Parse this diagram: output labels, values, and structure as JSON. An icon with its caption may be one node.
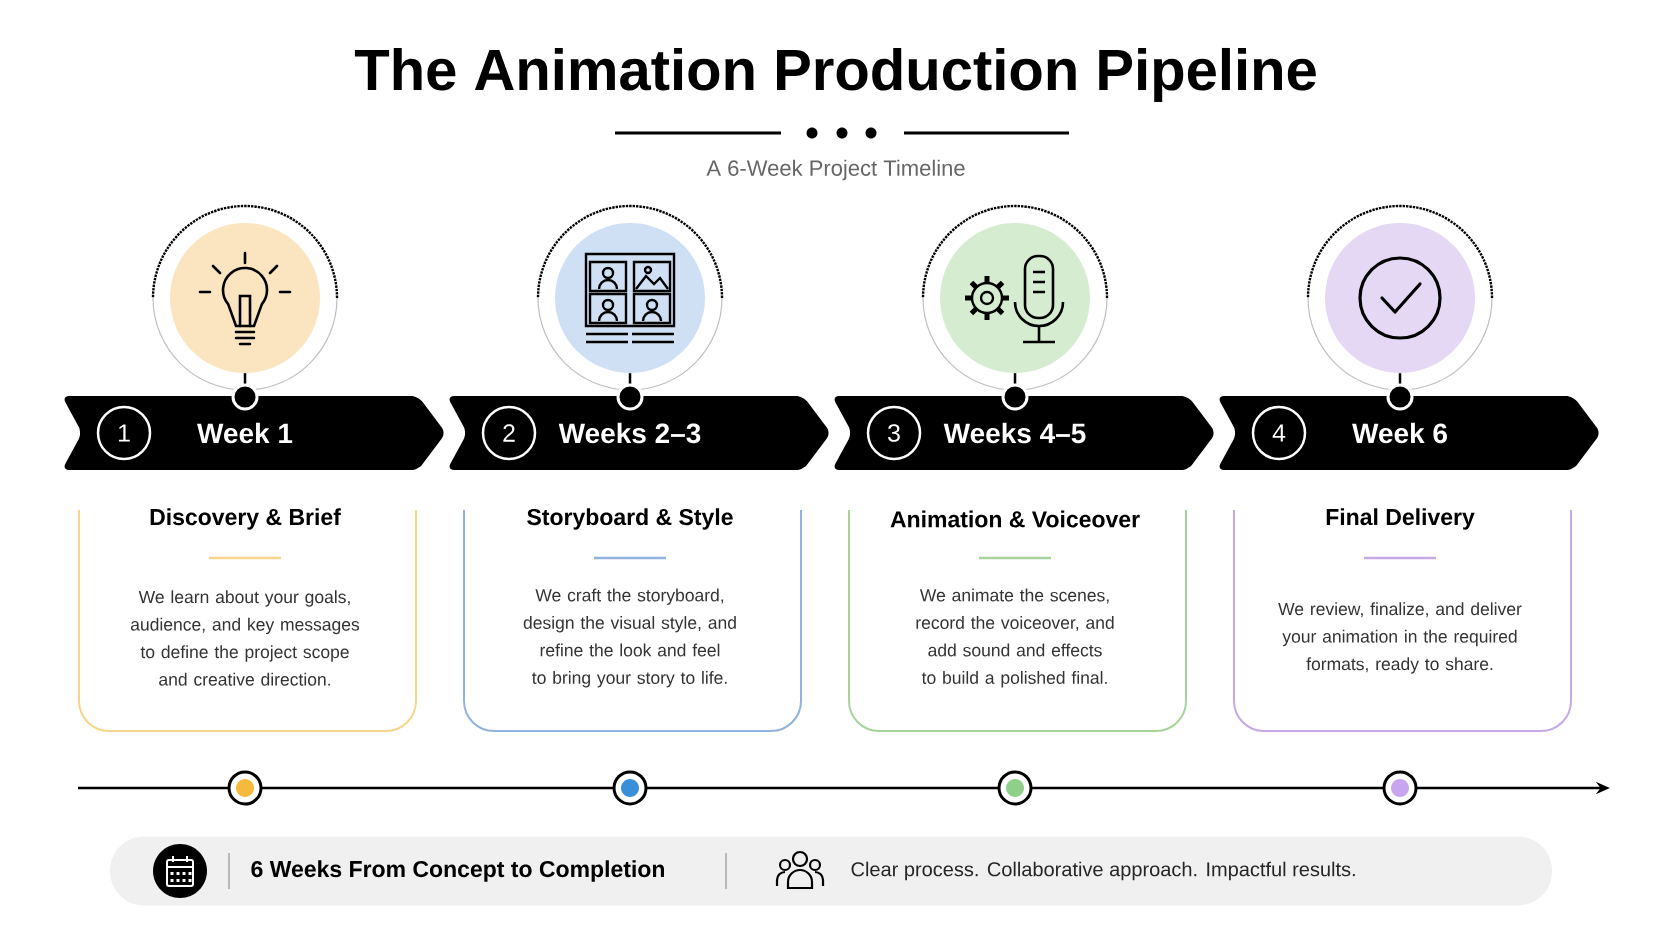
{
  "diagram": {
    "title": "The Animation Production Pipeline",
    "nodes": [
      {
        "text": [],
        "shape": "circle"
      },
      {
        "text": [],
        "shape": "circle"
      },
      {
        "text": [],
        "shape": "circle"
      },
      {
        "text": [],
        "shape": "circle"
      },
      {
        "text": [
          "1",
          "Week 1"
        ]
      },
      {
        "text": [
          "2",
          "Weeks 2–3"
        ]
      },
      {
        "text": [
          "3",
          "Weeks 4–5"
        ]
      },
      {
        "text": [
          "4",
          "Week 6"
        ]
      },
      {
        "text": [
          "Discovery & Brief",
          "We learn about your goals, audience, and key messages to define the project scope and creative direction."
        ]
      },
      {
        "text": [
          "Storyboard & Style",
          "We craft the storyboard, design the visual style, and refine the look and feel to bring your story to life."
        ]
      },
      {
        "text": [
          "Animation & Voiceover",
          "We animate the scenes, record the voiceover, and add sound and effects to build a polished final."
        ]
      },
      {
        "text": [
          "Final Delivery",
          "We review, finalize, and deliver your animation in the required formats, ready to share."
        ]
      },
      {
        "text": [
          "6 Weeks From Concept to Completion",
          "Clear process. Collaborative approach. Impactful results."
        ]
      }
    ],
    "edges": [
      {
        "from": 0,
        "to": 4,
        "arrow": "other"
      },
      {
        "from": 1,
        "to": 5,
        "arrow": "other"
      },
      {
        "from": 2,
        "to": 6,
        "arrow": "other"
      },
      {
        "from": 3,
        "to": 7,
        "arrow": "other"
      }
    ],
    "labels": [
      "A 6-Week Project Timeline"
    ]
  }
}
